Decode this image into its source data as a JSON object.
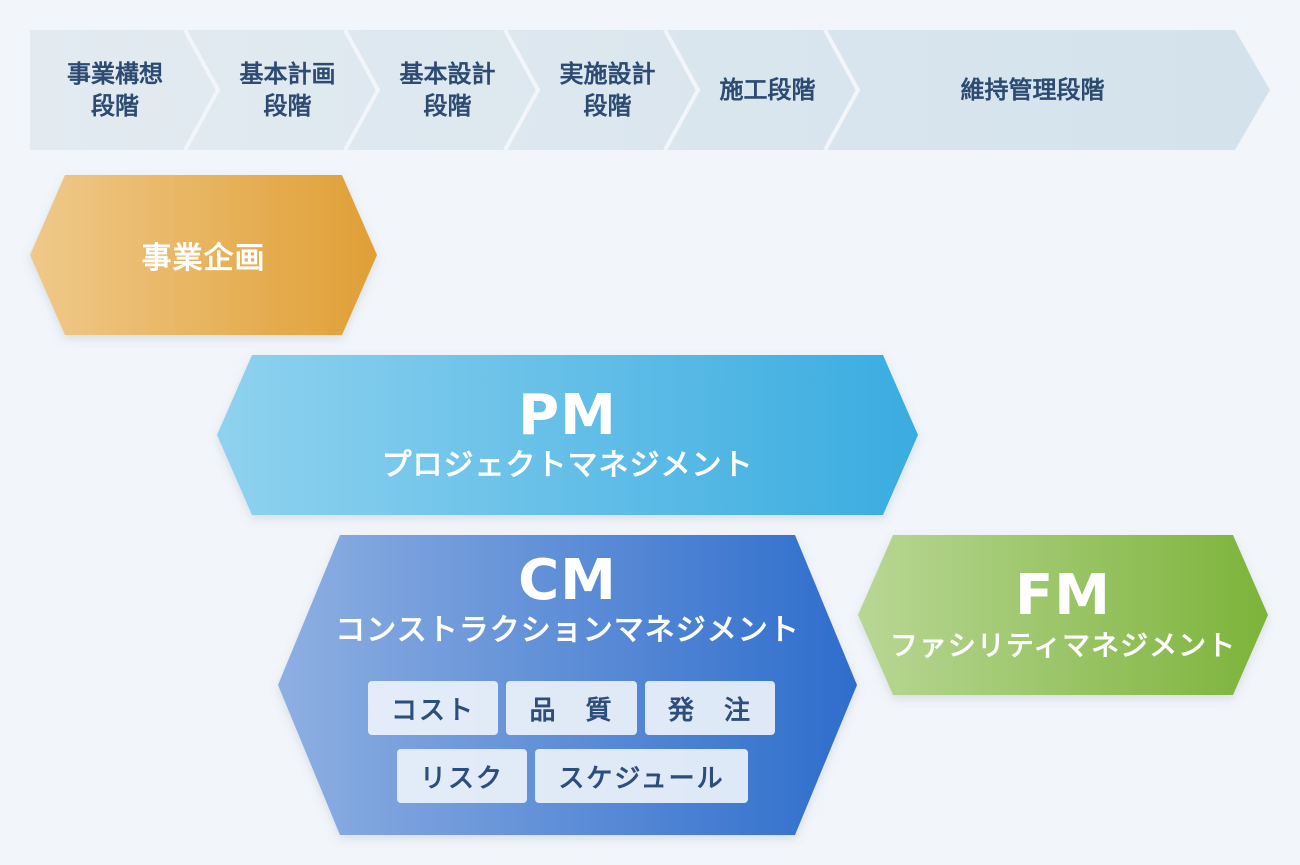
{
  "phases": [
    {
      "label": "事業構想\n段階"
    },
    {
      "label": "基本計画\n段階"
    },
    {
      "label": "基本設計\n段階"
    },
    {
      "label": "実施設計\n段階"
    },
    {
      "label": "施工段階"
    },
    {
      "label": "維持管理段階"
    }
  ],
  "business_planning": {
    "label": "事業企画"
  },
  "pm": {
    "title": "PM",
    "subtitle": "プロジェクトマネジメント"
  },
  "cm": {
    "title": "CM",
    "subtitle": "コンストラクションマネジメント",
    "items": [
      "コスト",
      "品　質",
      "発　注",
      "リスク",
      "スケジュール"
    ]
  },
  "fm": {
    "title": "FM",
    "subtitle": "ファシリティマネジメント"
  },
  "colors": {
    "phase_bar": "#dde7ee",
    "business_planning": "#e3a53f",
    "pm": "#3fb0e0",
    "cm": "#2f6fca",
    "fm": "#7fb23d"
  }
}
